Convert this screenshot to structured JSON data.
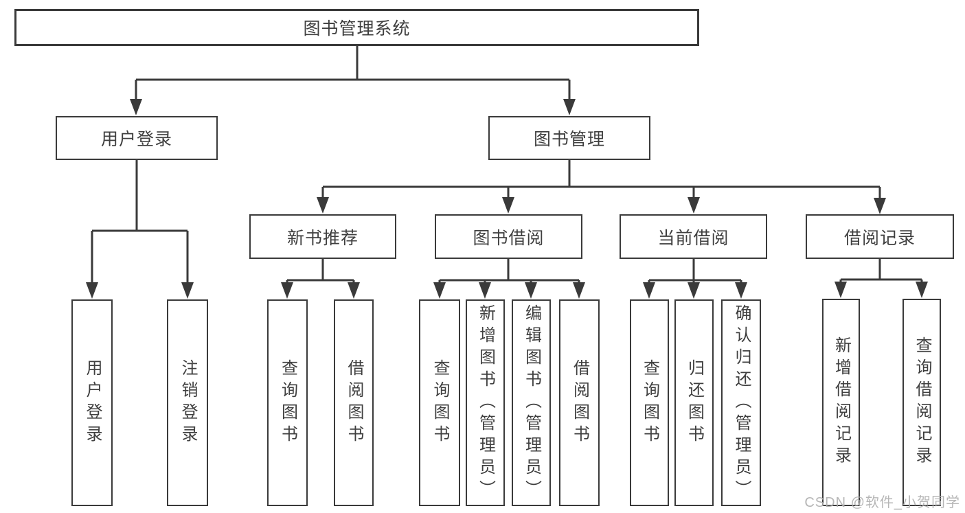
{
  "colors": {
    "line": "#3a3a3a",
    "text": "#3f3f3f",
    "watermark": "#b0b0b0"
  },
  "tree": {
    "label": "图书管理系统",
    "children": [
      {
        "label": "用户登录",
        "children": [
          {
            "label": "用户登录"
          },
          {
            "label": "注销登录"
          }
        ]
      },
      {
        "label": "图书管理",
        "children": [
          {
            "label": "新书推荐",
            "children": [
              {
                "label": "查询图书"
              },
              {
                "label": "借阅图书"
              }
            ]
          },
          {
            "label": "图书借阅",
            "children": [
              {
                "label": "查询图书"
              },
              {
                "label": "新增图书（管理员）"
              },
              {
                "label": "编辑图书（管理员）"
              },
              {
                "label": "借阅图书"
              }
            ]
          },
          {
            "label": "当前借阅",
            "children": [
              {
                "label": "查询图书"
              },
              {
                "label": "归还图书"
              },
              {
                "label": "确认归还（管理员）"
              }
            ]
          },
          {
            "label": "借阅记录",
            "children": [
              {
                "label": "新增借阅记录"
              },
              {
                "label": "查询借阅记录"
              }
            ]
          }
        ]
      }
    ]
  },
  "watermark": {
    "text": "CSDN @软件_小贺同学"
  }
}
